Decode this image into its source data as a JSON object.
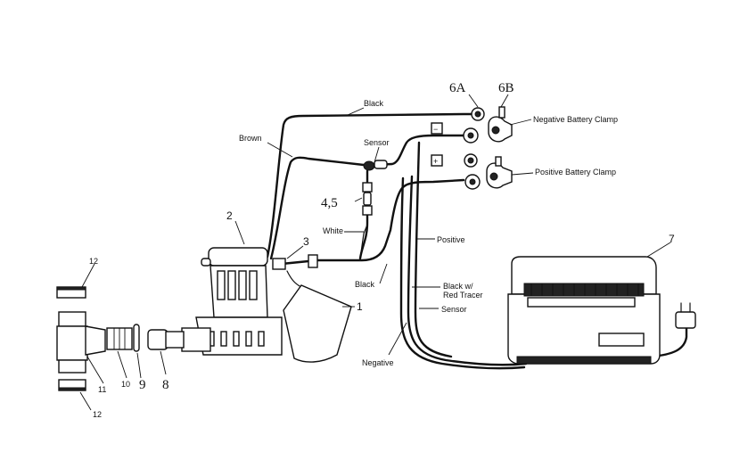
{
  "labels": {
    "black_top": "Black",
    "brown": "Brown",
    "sensor_top": "Sensor",
    "white": "White",
    "black_lower": "Black",
    "positive": "Positive",
    "black_red_tracer_1": "Black w/",
    "black_red_tracer_2": "Red Tracer",
    "sensor_lower": "Sensor",
    "negative": "Negative",
    "negative_clamp": "Negative Battery Clamp",
    "positive_clamp": "Positive Battery Clamp",
    "minus_sign": "−",
    "plus_sign": "+"
  },
  "callouts": {
    "c1": "1",
    "c2": "2",
    "c3": "3",
    "c45": "4,5",
    "c6a": "6A",
    "c6b": "6B",
    "c7": "7",
    "c8": "8",
    "c9": "9",
    "c10": "10",
    "c11": "11",
    "c12_top": "12",
    "c12_bottom": "12"
  }
}
